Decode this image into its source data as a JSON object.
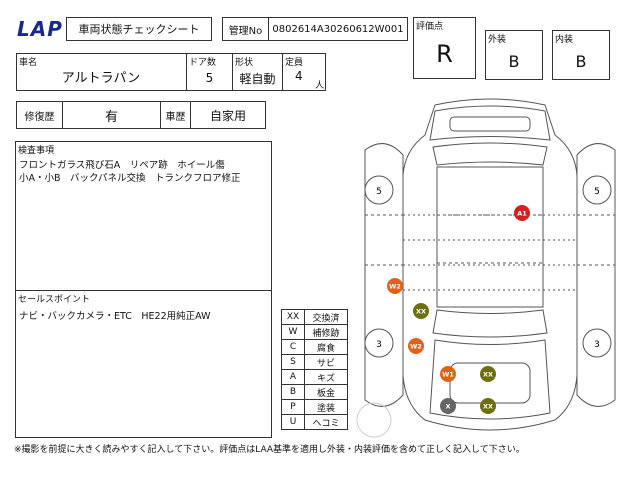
{
  "header": {
    "logo": "LAP",
    "sheet_title": "車両状態チェックシート",
    "mgmt_label": "管理No",
    "mgmt_no": "0802614A30260612W001"
  },
  "grades": {
    "score_label": "評価点",
    "score": "R",
    "exterior_label": "外装",
    "exterior": "B",
    "interior_label": "内装",
    "interior": "B"
  },
  "vehicle": {
    "name_label": "車名",
    "name": "アルトラパン",
    "doors_label": "ドア数",
    "doors": "5",
    "shape_label": "形状",
    "shape": "軽自動",
    "capacity_label": "定員",
    "capacity": "4",
    "capacity_unit": "人"
  },
  "history": {
    "repair_label": "修復歴",
    "repair": "有",
    "usage_label": "車歴",
    "usage": "自家用"
  },
  "inspection": {
    "label": "検査事項",
    "line1": "フロントガラス飛び石A　リペア跡　ホイール傷",
    "line2": "小A・小B　バックパネル交換　トランクフロア修正"
  },
  "sales": {
    "label": "セールスポイント",
    "text": "ナビ・バックカメラ・ETC　HE22用純正AW"
  },
  "legend": [
    {
      "code": "XX",
      "meaning": "交換済"
    },
    {
      "code": "W",
      "meaning": "補修跡"
    },
    {
      "code": "C",
      "meaning": "腐食"
    },
    {
      "code": "S",
      "meaning": "サビ"
    },
    {
      "code": "A",
      "meaning": "キズ"
    },
    {
      "code": "B",
      "meaning": "板金"
    },
    {
      "code": "P",
      "meaning": "塗装"
    },
    {
      "code": "U",
      "meaning": "ヘコミ"
    }
  ],
  "diagram": {
    "tire_front_left": "5",
    "tire_front_right": "5",
    "tire_rear_left": "3",
    "tire_rear_right": "3",
    "marks": [
      {
        "label": "A1",
        "color": "#d42020"
      },
      {
        "label": "W2",
        "color": "#e0621a"
      },
      {
        "label": "XX",
        "color": "#6e6e10"
      },
      {
        "label": "W2",
        "color": "#e0621a"
      },
      {
        "label": "W1",
        "color": "#e0621a"
      },
      {
        "label": "XX",
        "color": "#6e6e10"
      },
      {
        "label": "X",
        "color": "#666666"
      },
      {
        "label": "XX",
        "color": "#6e6e10"
      }
    ]
  },
  "footer": {
    "note": "※撮影を前提に大きく読みやすく記入して下さい。評価点はLAA基準を適用し外装・内装評価を含めて正しく記入して下さい。"
  }
}
